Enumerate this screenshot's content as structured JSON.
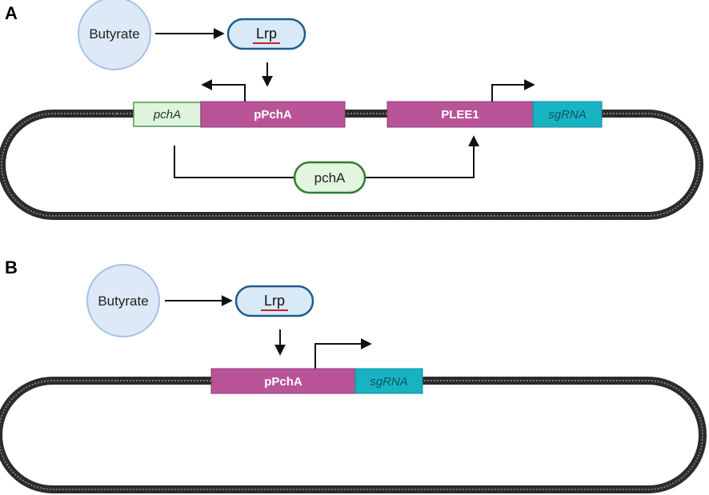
{
  "panels": [
    {
      "letter": "A",
      "inducer": "Butyrate",
      "regulator": "Lrp",
      "elements": {
        "pcha_gene": "pchA",
        "promoter_1": "pPchA",
        "promoter_2": "PLEE1",
        "sgrna": "sgRNA",
        "protein": "pchA"
      }
    },
    {
      "letter": "B",
      "inducer": "Butyrate",
      "regulator": "Lrp",
      "elements": {
        "promoter_1": "pPchA",
        "sgrna": "sgRNA"
      }
    }
  ],
  "colors": {
    "bubble_fill": "#dde9f7",
    "bubble_stroke": "#9dbde5",
    "lrp_fill": "#d8e9f8",
    "lrp_stroke": "#1e5c8e",
    "lrp_underline": "#cc1f1f",
    "promoter": "#b95499",
    "promoter_stroke": "#8e3a74",
    "sgrna": "#17b3c3",
    "sgrna_text": "#0d5560",
    "pcha_gene_fill": "#dff3df",
    "pcha_gene_stroke": "#4a9a4a",
    "protein_fill": "#e3f4df",
    "protein_stroke": "#2f7d2f",
    "plasmid": "#333333"
  }
}
